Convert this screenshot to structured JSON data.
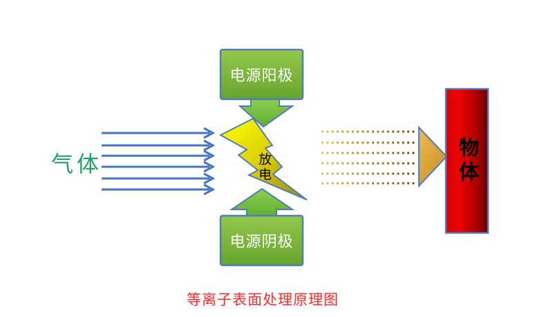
{
  "diagram": {
    "caption": "等离子表面处理原理图",
    "labels": {
      "gas": "气体",
      "anode": "电源阳极",
      "cathode": "电源阴极",
      "discharge": "放电",
      "object": "物体"
    },
    "gas_arrow_count": 6,
    "plasma_dotted_row_count": 6
  },
  "colors": {
    "arrow_blue": "#4472C4",
    "border_blue": "#4E7DBE",
    "green_light": "#93C84B",
    "green_dark": "#67A42E",
    "arrow_green_light": "#8ED052",
    "arrow_green_dark": "#5FAE2F",
    "bolt_yellow": "#F8F600",
    "bolt_dark": "#9A8A0E",
    "dot_light": "#E8BE45",
    "dot_dark": "#6B5200",
    "triangle_light": "#EBBC52",
    "triangle_dark": "#CE9226",
    "red_left": "#CF0202",
    "red_bright": "#EE0404",
    "red_mid": "#C40000",
    "red_dark": "#6E0000",
    "gas_text_green": "#1FA463",
    "caption_red": "#FD2B2B",
    "box_text_white": "#FFFFFF",
    "discharge_text_black": "#000000"
  }
}
